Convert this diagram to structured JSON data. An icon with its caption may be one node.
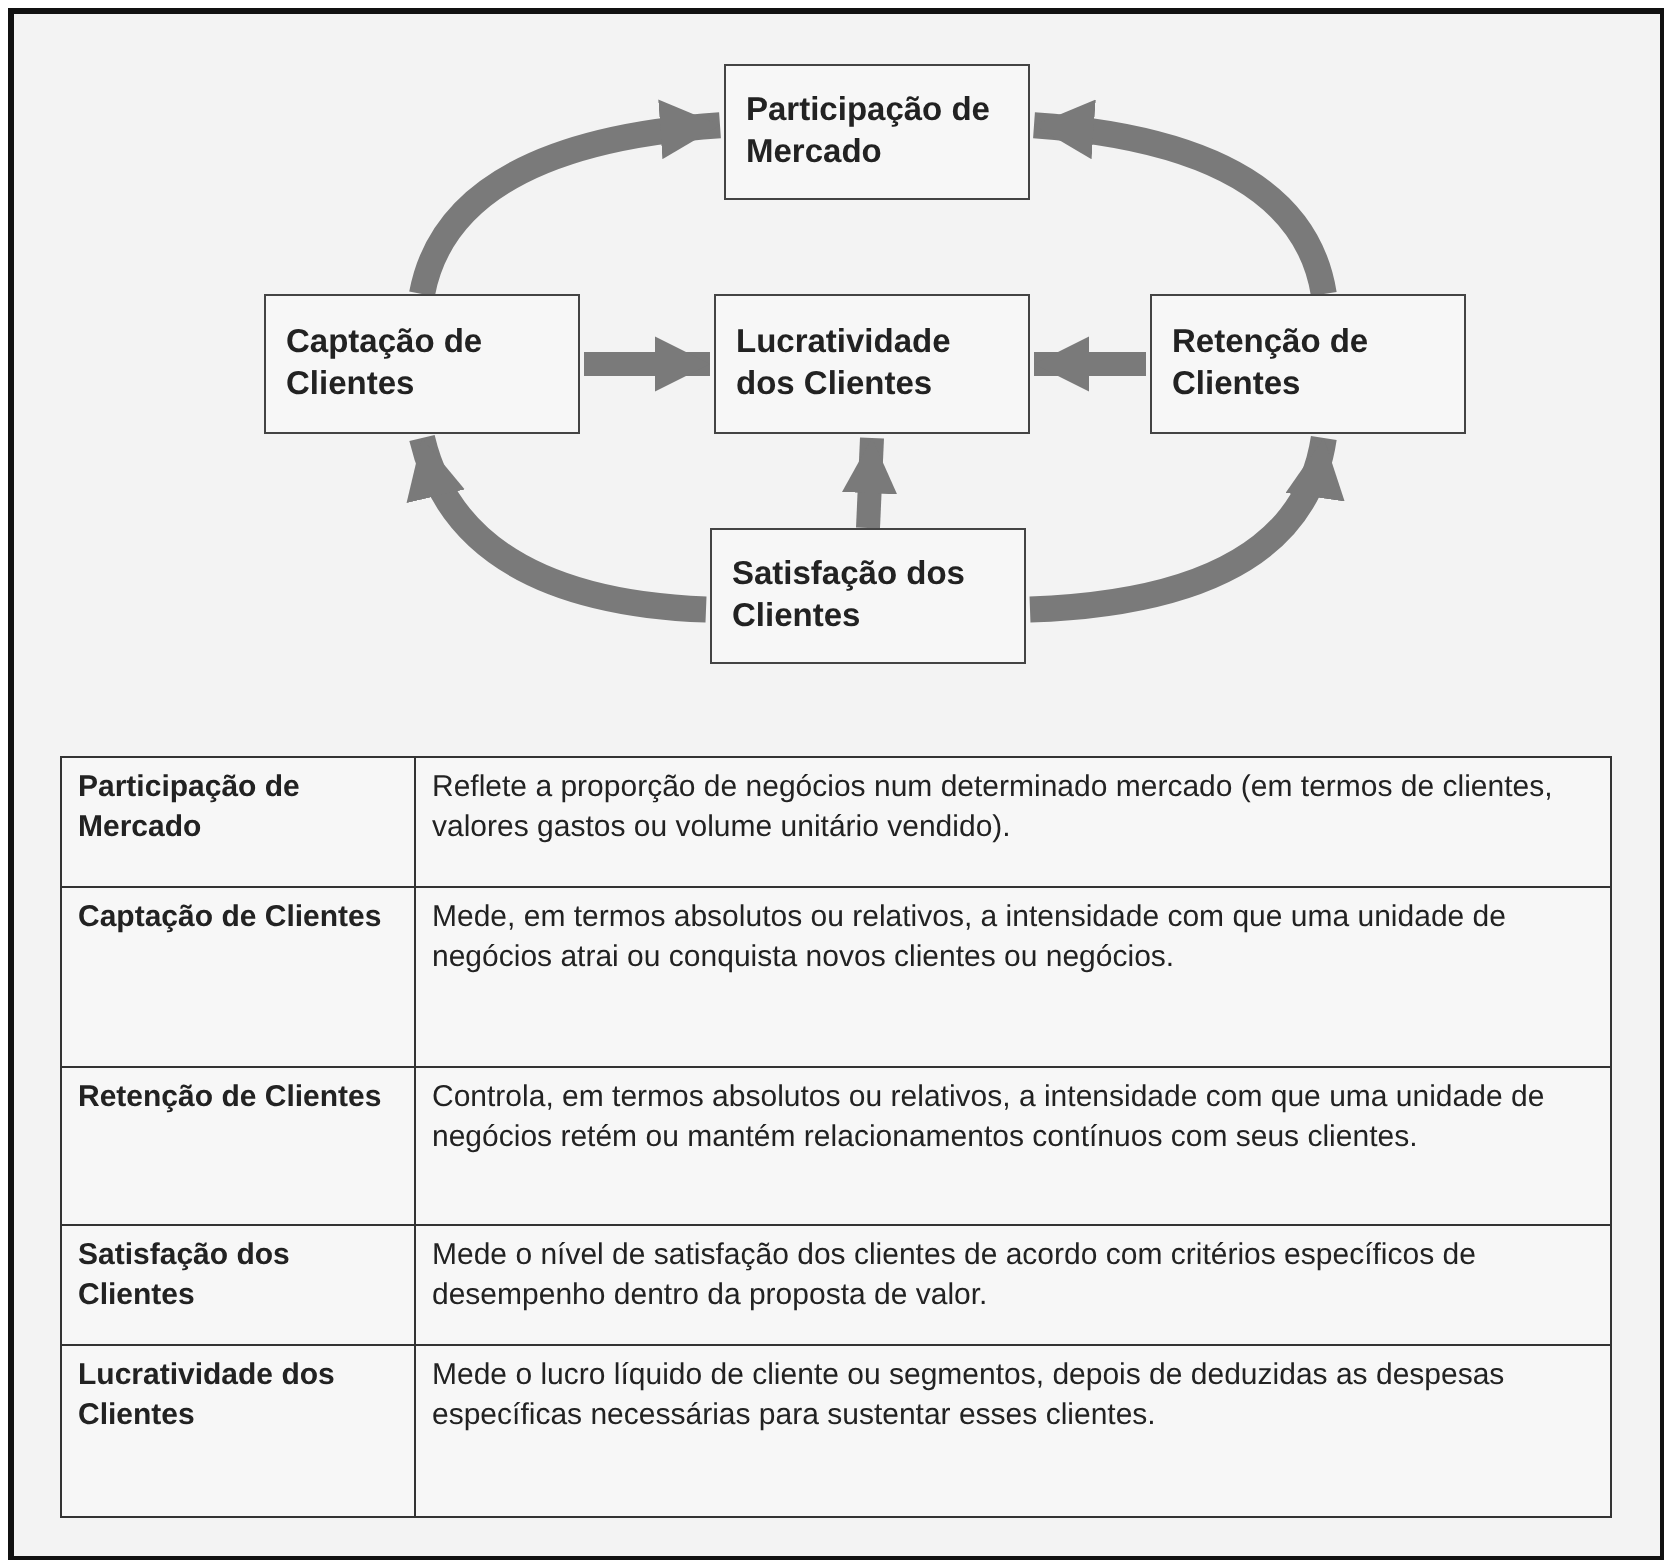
{
  "diagram": {
    "nodes": [
      {
        "text": [
          "Participação de Mercado"
        ]
      },
      {
        "text": [
          "Captação de Clientes"
        ]
      },
      {
        "text": [
          "Lucratividade dos Clientes"
        ]
      },
      {
        "text": [
          "Retenção de Clientes"
        ]
      },
      {
        "text": [
          "Satisfação dos Clientes"
        ]
      }
    ],
    "edges": [
      {
        "from": 1,
        "to": 0,
        "arrow": "to"
      },
      {
        "from": 3,
        "to": 0,
        "arrow": "to"
      },
      {
        "from": 1,
        "to": 2,
        "arrow": "to"
      },
      {
        "from": 3,
        "to": 2,
        "arrow": "to"
      },
      {
        "from": 4,
        "to": 2,
        "arrow": "to"
      },
      {
        "from": 4,
        "to": 1,
        "arrow": "to"
      },
      {
        "from": 4,
        "to": 3,
        "arrow": "to"
      }
    ],
    "labels": [
      "Participação de Mercado",
      "Reflete a proporção de negócios num determinado mercado (em termos de clientes, valores gastos ou volume unitário vendido).",
      "Captação de Clientes",
      "Mede, em termos absolutos ou relativos, a intensidade com que uma unidade de negócios atrai ou conquista novos clientes ou negócios.",
      "Retenção de Clientes",
      "Controla, em termos absolutos ou relativos, a intensidade com que uma unidade de negócios retém ou mantém relacionamentos contínuos com seus clientes.",
      "Satisfação dos Clientes",
      "Mede o nível de satisfação dos clientes de acordo com critérios específicos de desempenho dentro da proposta de valor.",
      "Lucratividade dos Clientes",
      "Mede o lucro líquido de cliente ou segmentos, depois de deduzidas as despesas específicas necessárias para sustentar esses clientes."
    ]
  }
}
